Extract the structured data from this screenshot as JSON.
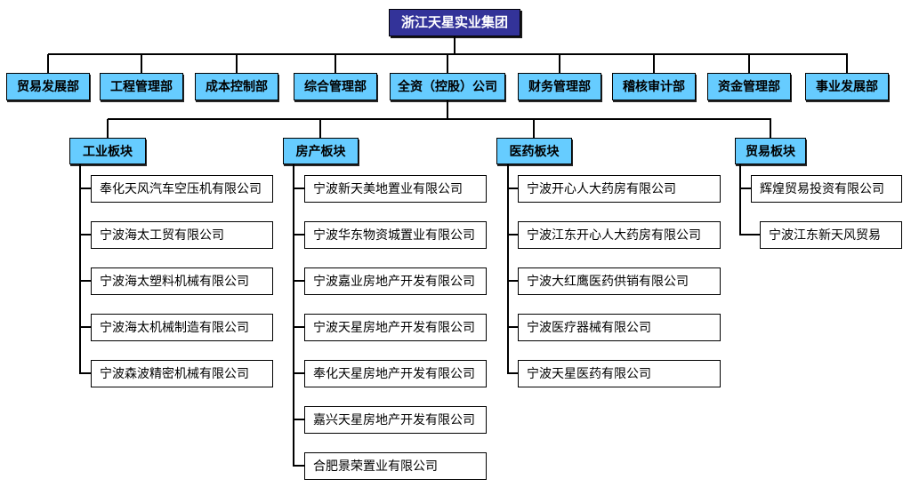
{
  "title": "浙江天星实业集团",
  "departments": [
    "贸易发展部",
    "工程管理部",
    "成本控制部",
    "综合管理部",
    "全资（控股）公司",
    "财务管理部",
    "稽核审计部",
    "资金管理部",
    "事业发展部"
  ],
  "sectors": [
    {
      "label": "工业板块",
      "companies": [
        "奉化天风汽车空压机有限公司",
        "宁波海太工贸有限公司",
        "宁波海太塑料机械有限公司",
        "宁波海太机械制造有限公司",
        "宁波森波精密机械有限公司"
      ]
    },
    {
      "label": "房产板块",
      "companies": [
        "宁波新天美地置业有限公司",
        "宁波华东物资城置业有限公司",
        "宁波嘉业房地产开发有限公司",
        "宁波天星房地产开发有限公司",
        "奉化天星房地产开发有限公司",
        "嘉兴天星房地产开发有限公司",
        "合肥景荣置业有限公司"
      ]
    },
    {
      "label": "医药板块",
      "companies": [
        "宁波开心人大药房有限公司",
        "宁波江东开心人大药房有限公司",
        "宁波大红鹰医药供销有限公司",
        "宁波医疗器械有限公司",
        "宁波天星医药有限公司"
      ]
    },
    {
      "label": "贸易板块",
      "companies": [
        "辉煌贸易投资有限公司",
        "宁波江东新天风贸易"
      ]
    }
  ],
  "colors": {
    "title_bg": "#333399",
    "node_bg": "#66CCFF",
    "line": "#000000"
  }
}
